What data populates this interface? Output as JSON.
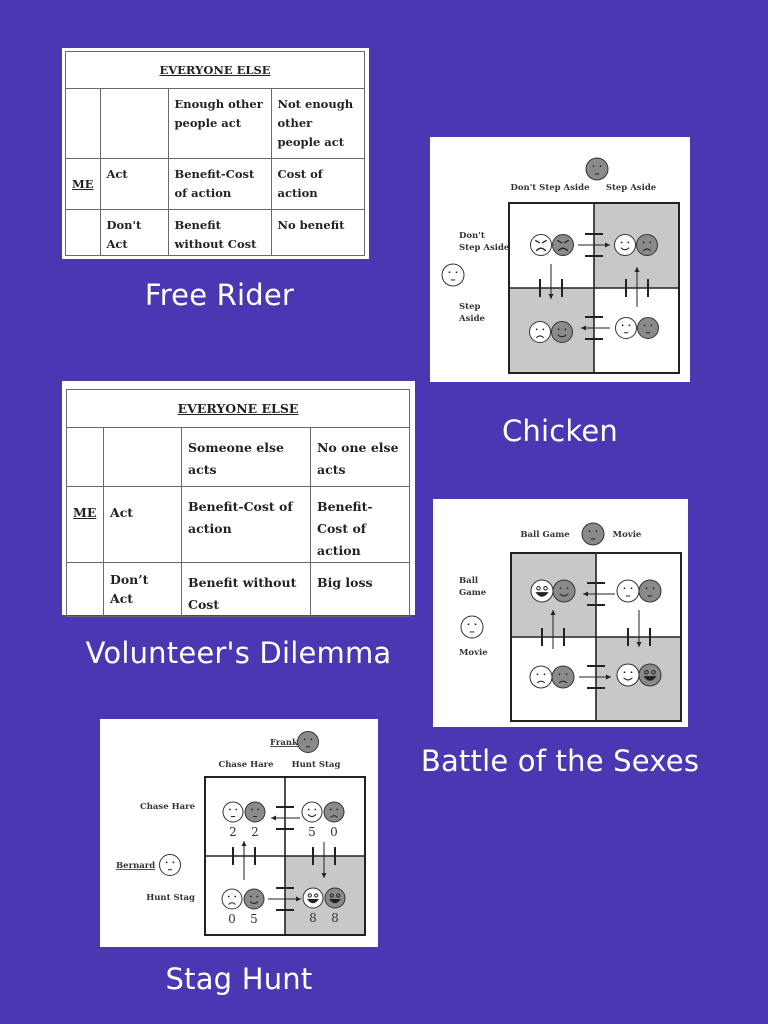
{
  "page": {
    "background_color": "#4a38b2",
    "card_color": "#ffffff",
    "shaded_cell_color": "#c8c8c8",
    "dark_face_color": "#8a8a8a"
  },
  "free_rider": {
    "caption": "Free Rider",
    "header": "EVERYONE ELSE",
    "player_label": "ME",
    "columns": [
      "Enough other people act",
      "Not enough other people act"
    ],
    "rows": [
      {
        "label": "Act",
        "cells": [
          "Benefit-Cost of action",
          "Cost of action"
        ]
      },
      {
        "label": "Don't Act",
        "cells": [
          "Benefit without Cost",
          "No benefit"
        ]
      }
    ]
  },
  "volunteers_dilemma": {
    "caption": "Volunteer's Dilemma",
    "header": "EVERYONE ELSE",
    "player_label": "ME",
    "columns": [
      "Someone else acts",
      "No one else acts"
    ],
    "rows": [
      {
        "label": "Act",
        "cells": [
          "Benefit-Cost of action",
          "Benefit-Cost of action"
        ]
      },
      {
        "label": "Don’t Act",
        "cells": [
          "Benefit without Cost",
          "Big loss"
        ]
      }
    ]
  },
  "chicken": {
    "caption": "Chicken",
    "col_labels": [
      "Don't Step Aside",
      "Step Aside"
    ],
    "row_labels": [
      "Don't Step Aside",
      "Step Aside"
    ],
    "shaded_cells": [
      "top-right",
      "bottom-left"
    ],
    "faces": {
      "top-left": [
        "angry",
        "angry"
      ],
      "top-right": [
        "happy",
        "sad"
      ],
      "bottom-left": [
        "sad",
        "happy"
      ],
      "bottom-right": [
        "neutral",
        "neutral"
      ]
    }
  },
  "battle_of_the_sexes": {
    "caption": "Battle of the Sexes",
    "col_labels": [
      "Ball Game",
      "Movie"
    ],
    "row_labels": [
      "Ball Game",
      "Movie"
    ],
    "shaded_cells": [
      "top-left",
      "bottom-right"
    ],
    "faces": {
      "top-left": [
        "very-happy",
        "happy"
      ],
      "top-right": [
        "neutral",
        "neutral"
      ],
      "bottom-left": [
        "sad",
        "sad"
      ],
      "bottom-right": [
        "happy",
        "very-happy"
      ]
    }
  },
  "stag_hunt": {
    "caption": "Stag Hunt",
    "col_player": "Frank",
    "row_player": "Bernard",
    "col_labels": [
      "Chase Hare",
      "Hunt Stag"
    ],
    "row_labels": [
      "Chase Hare",
      "Hunt Stag"
    ],
    "shaded_cells": [
      "bottom-right"
    ],
    "payoffs": {
      "top-left": [
        "2",
        "2"
      ],
      "top-right": [
        "5",
        "0"
      ],
      "bottom-left": [
        "0",
        "5"
      ],
      "bottom-right": [
        "8",
        "8"
      ]
    }
  }
}
